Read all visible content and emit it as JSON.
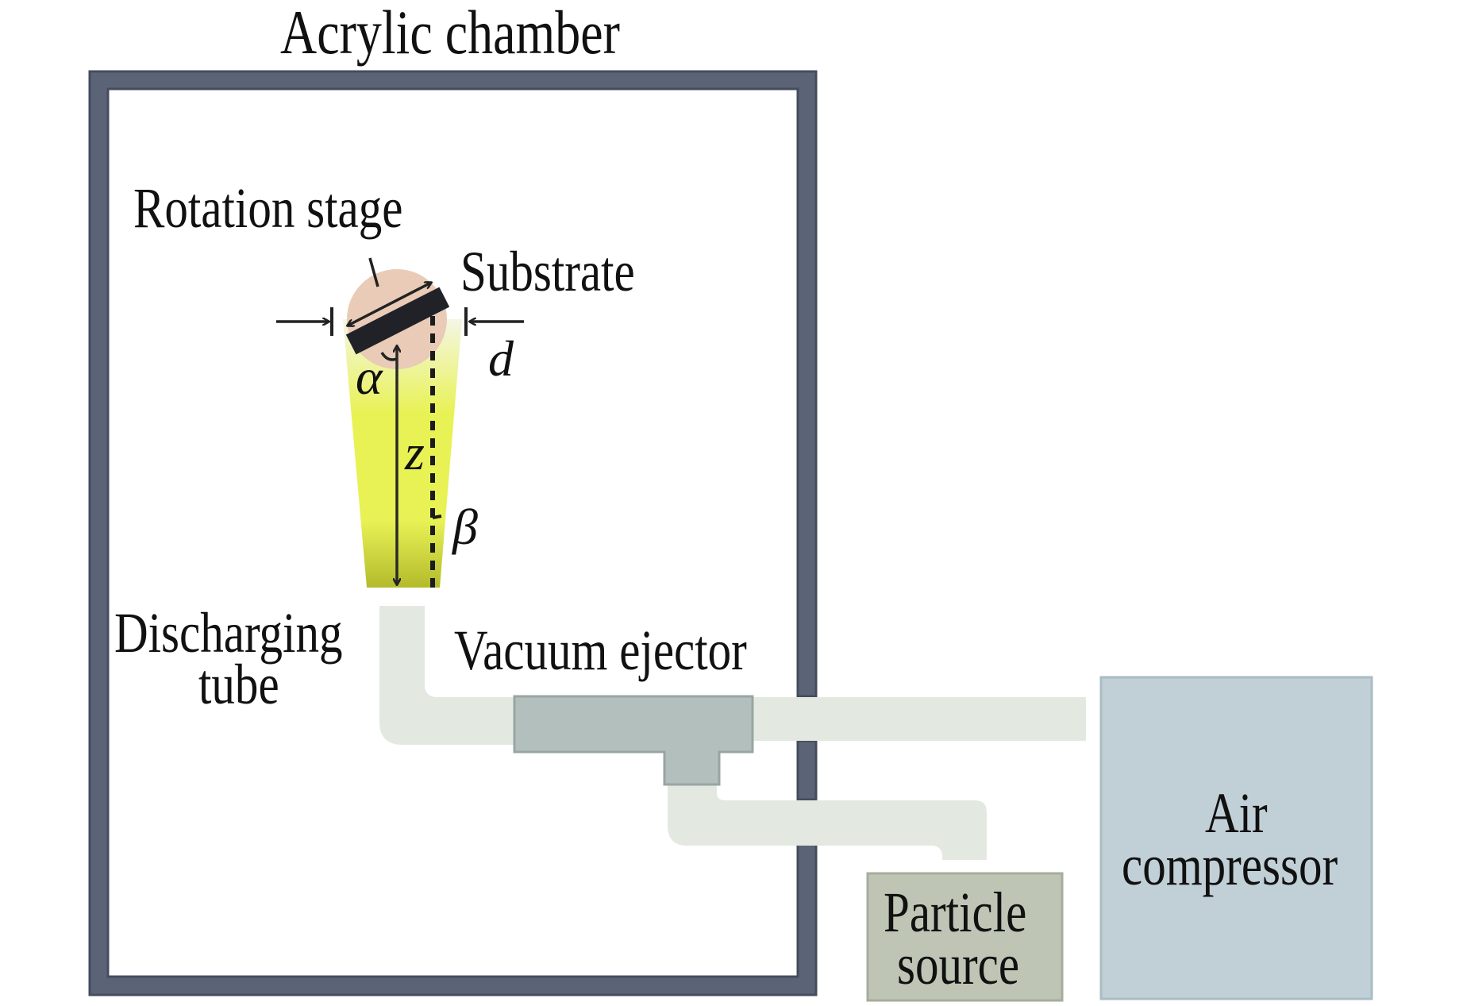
{
  "figure": {
    "title": "Acrylic chamber",
    "labels": {
      "rotation_stage": "Rotation stage",
      "substrate": "Substrate",
      "discharging_tube_line1": "Discharging",
      "discharging_tube_line2": "tube",
      "vacuum_ejector": "Vacuum ejector",
      "air_compressor_line1": "Air",
      "air_compressor_line2": "compressor",
      "particle_source_line1": "Particle",
      "particle_source_line2": "source"
    },
    "symbols": {
      "distance": "d",
      "tilt_angle": "α",
      "standoff_distance": "z",
      "divergence_angle": "β"
    },
    "colors": {
      "chamber_wall": "#5b6376",
      "chamber_wall_edge": "#454c5e",
      "rotation_stage": "#e9cbb7",
      "substrate": "#202228",
      "jet_top": "#f4f6e4",
      "jet_mid": "#e8f255",
      "jet_bottom": "#b3bb2c",
      "pipe": "#e3e9e1",
      "ejector": "#b3bfbc",
      "ejector_edge": "#98a5a2",
      "air_compressor": "#c1d0d6",
      "air_compressor_edge": "#a9bcc4",
      "particle_source": "#bec5b5",
      "particle_source_edge": "#a6ad9d"
    }
  }
}
